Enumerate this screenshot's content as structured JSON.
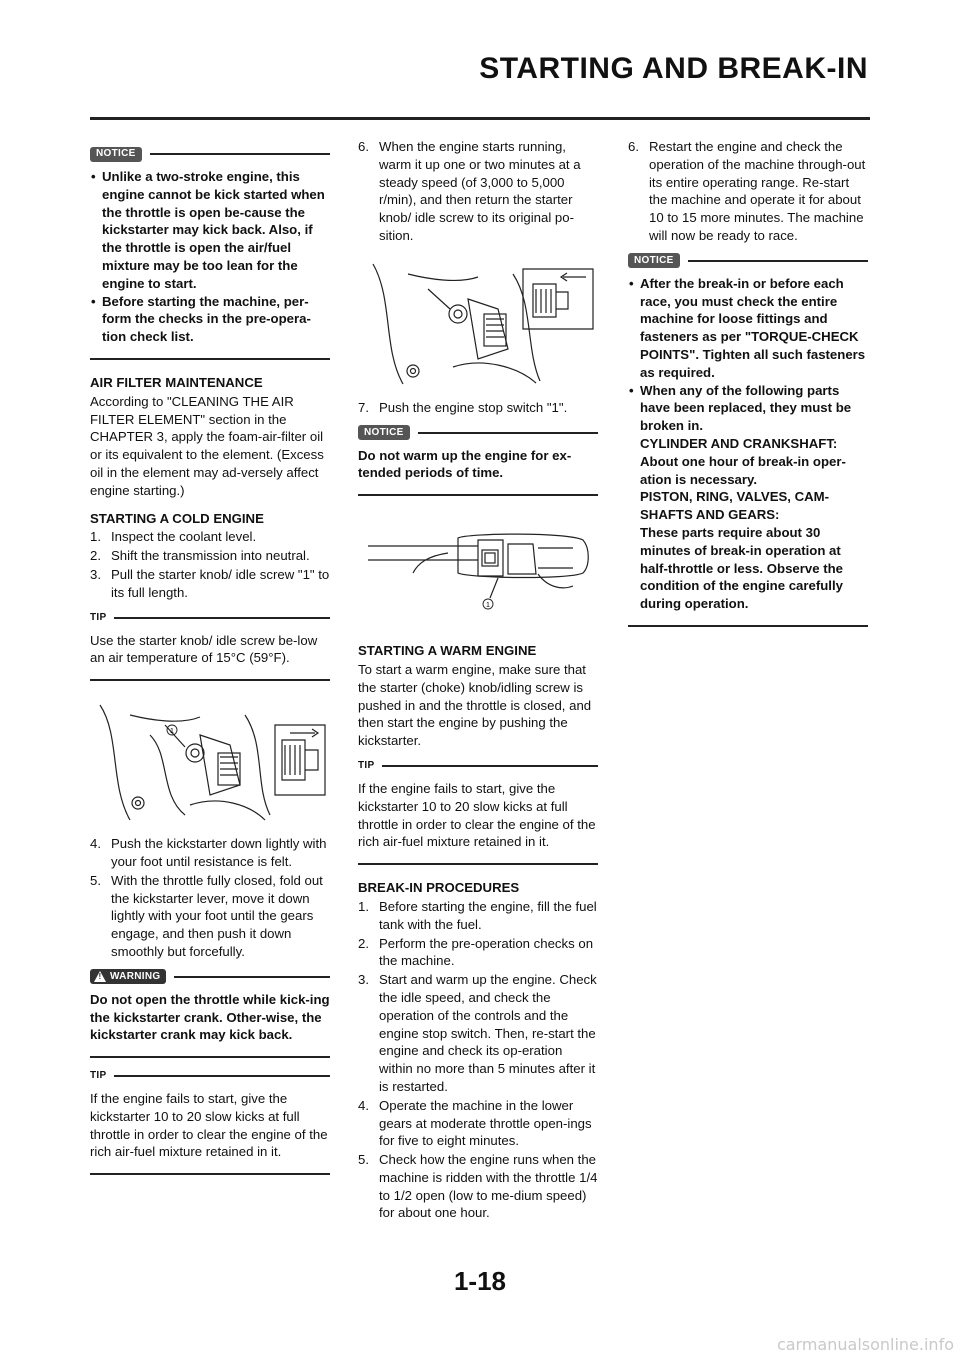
{
  "header": {
    "title": "STARTING AND BREAK-IN"
  },
  "footer": {
    "page_number": "1-18",
    "watermark": "carmanualsonline.info"
  },
  "labels": {
    "notice": "NOTICE",
    "tip": "TIP",
    "warning": "WARNING",
    "callout_1": "1"
  },
  "col1": {
    "notice1_bullets": [
      "Unlike a two-stroke engine, this engine cannot be kick started when the throttle is open be-cause the kickstarter may kick back. Also, if the throttle is open the air/fuel mixture may be too lean for the engine to start.",
      "Before starting the machine, per-form the checks in the pre-opera-tion check list."
    ],
    "air_filter_heading": "AIR FILTER MAINTENANCE",
    "air_filter_text": "According to \"CLEANING THE AIR FILTER ELEMENT\" section in the CHAPTER 3, apply the foam-air-filter oil or its equivalent to the element. (Excess oil in the element may ad-versely affect engine starting.)",
    "cold_heading": "STARTING A COLD ENGINE",
    "cold_steps": [
      {
        "num": "1.",
        "text": "Inspect the coolant level."
      },
      {
        "num": "2.",
        "text": "Shift the transmission into neutral."
      },
      {
        "num": "3.",
        "text": "Pull the starter knob/ idle screw \"1\" to its full length."
      }
    ],
    "tip1": "Use the starter knob/ idle screw be-low an air temperature of 15°C (59°F).",
    "cold_steps2": [
      {
        "num": "4.",
        "text": "Push the kickstarter down lightly with your foot until resistance is felt."
      },
      {
        "num": "5.",
        "text": "With the throttle fully closed, fold out the kickstarter lever, move it down lightly with your foot until the gears engage, and then push it down smoothly but forcefully."
      }
    ],
    "warning_text": "Do not open the throttle while kick-ing the kickstarter crank. Other-wise, the kickstarter crank may kick back.",
    "tip2": "If the engine fails to start, give the kickstarter 10 to 20 slow kicks at full throttle in order to clear the engine of the rich air-fuel mixture retained in it."
  },
  "col2": {
    "step6": {
      "num": "6.",
      "text": "When the engine starts running, warm it up one or two minutes at a steady speed (of 3,000 to 5,000 r/min), and then return the starter knob/ idle screw to its original po-sition."
    },
    "step7": {
      "num": "7.",
      "text": "Push the engine stop switch \"1\"."
    },
    "notice2": "Do not warm up the engine for ex-tended periods of time.",
    "warm_heading": "STARTING A WARM ENGINE",
    "warm_text": "To start a warm engine, make sure that the starter (choke) knob/idling screw is pushed in and the throttle is closed, and then start the engine by pushing the kickstarter.",
    "tip3": "If the engine fails to start, give the kickstarter 10 to 20 slow kicks at full throttle in order to clear the engine of the rich air-fuel mixture retained in it.",
    "breakin_heading": "BREAK-IN PROCEDURES",
    "breakin_steps": [
      {
        "num": "1.",
        "text": "Before starting the engine, fill the fuel tank with the fuel."
      },
      {
        "num": "2.",
        "text": "Perform the pre-operation checks on the machine."
      },
      {
        "num": "3.",
        "text": "Start and warm up the engine. Check the idle speed, and check the operation of the controls and the engine stop switch. Then, re-start the engine and check its op-eration within no more than 5 minutes after it is restarted."
      },
      {
        "num": "4.",
        "text": "Operate the machine in the lower gears at moderate throttle open-ings for five to eight minutes."
      },
      {
        "num": "5.",
        "text": "Check how the engine runs when the machine is ridden with the throttle 1/4 to 1/2 open (low to me-dium speed) for about one hour."
      }
    ]
  },
  "col3": {
    "step6": {
      "num": "6.",
      "text": "Restart the engine and check the operation of the machine through-out its entire operating range. Re-start the machine and operate it for about 10 to 15 more minutes. The machine will now be ready to race."
    },
    "notice3_bullets": [
      "After the break-in or before each race, you must check the entire machine for loose fittings and fasteners as per \"TORQUE-CHECK POINTS\". Tighten all such fasteners as required.",
      "When any of the following parts have been replaced, they must be broken in."
    ],
    "notice3_lines": [
      "CYLINDER AND CRANKSHAFT:",
      "About one hour of break-in oper-ation is necessary.",
      "PISTON, RING, VALVES, CAM-SHAFTS AND GEARS:",
      "These parts require about 30 minutes of break-in operation at half-throttle or less. Observe the condition of the engine carefully during operation."
    ]
  }
}
